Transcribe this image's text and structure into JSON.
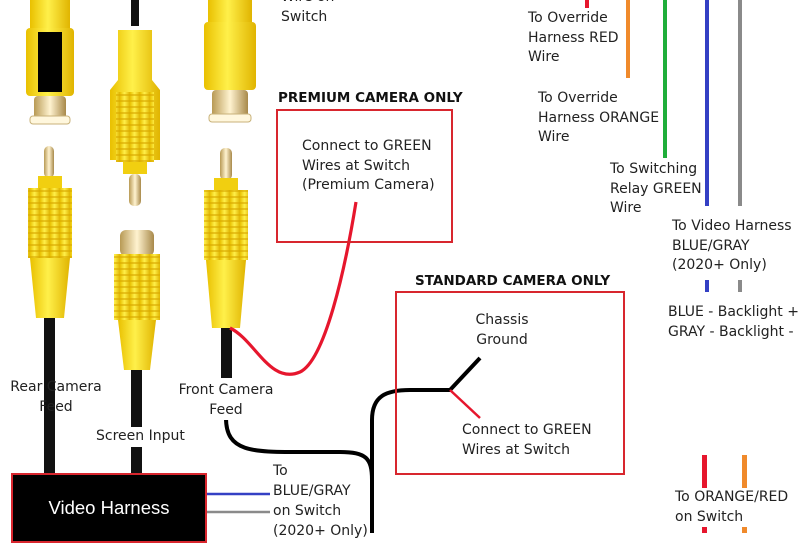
{
  "colors": {
    "connector_yellow": "#f7dc12",
    "connector_shadow": "#e3b800",
    "frame_red": "#d8262e",
    "wire_red": "#e6162d",
    "wire_orange": "#f08a2b",
    "wire_green": "#1fae3a",
    "wire_blue": "#3440c4",
    "wire_gray": "#8a8a8a",
    "wire_black": "#000000"
  },
  "labels": {
    "wire_on_switch": "Wire on\nSwitch",
    "override_red": "To Override\nHarness RED\nWire",
    "override_orange": "To Override\nHarness ORANGE\nWire",
    "relay_green": "To Switching\nRelay GREEN\nWire",
    "video_harness_bg": "To Video Harness\nBLUE/GRAY\n(2020+ Only)",
    "backlight": "BLUE - Backlight +\nGRAY - Backlight -",
    "rear_camera": "Rear Camera\nFeed",
    "screen_input": "Screen Input",
    "front_camera": "Front Camera\nFeed",
    "to_blue_gray_switch": "To\nBLUE/GRAY\non Switch\n(2020+ Only)",
    "to_orange_red_switch": "To ORANGE/RED\non Switch"
  },
  "premium": {
    "header": "PREMIUM CAMERA ONLY",
    "text": "Connect to GREEN\nWires at Switch\n(Premium Camera)"
  },
  "standard": {
    "header": "STANDARD CAMERA ONLY",
    "chassis": "Chassis\nGround",
    "connect": "Connect to GREEN\nWires at Switch"
  },
  "harness": {
    "label": "Video Harness"
  }
}
